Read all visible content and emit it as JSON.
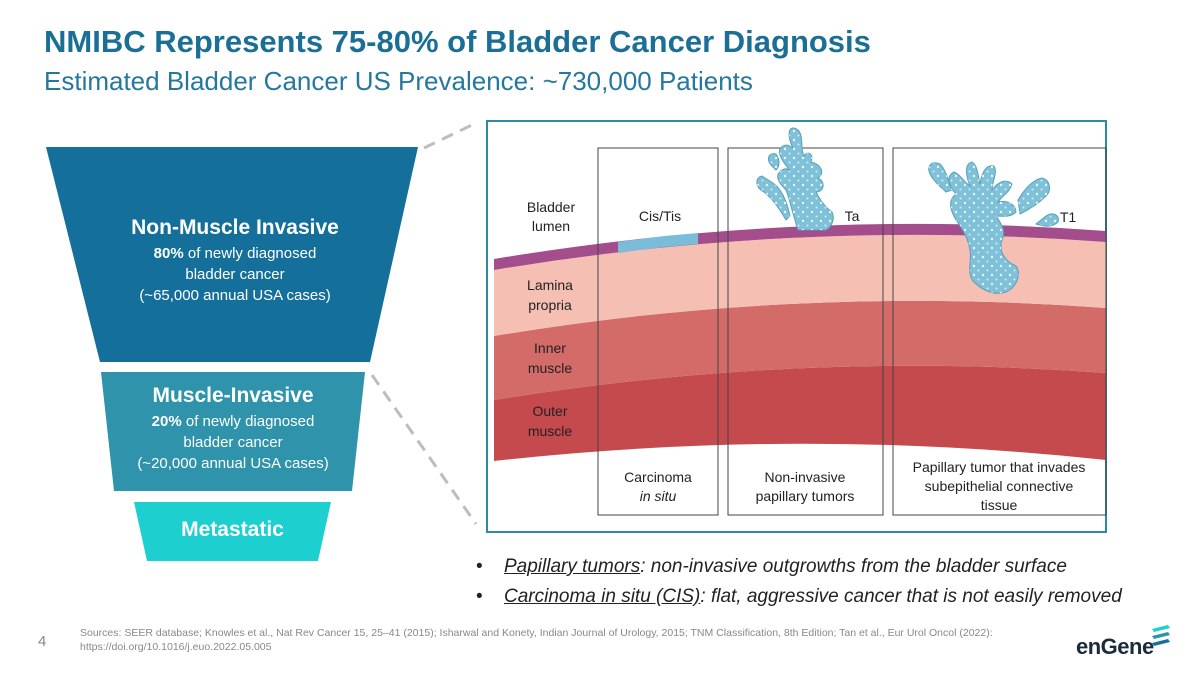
{
  "header": {
    "title": "NMIBC Represents 75-80% of Bladder Cancer Diagnosis",
    "subtitle": "Estimated Bladder Cancer US Prevalence: ~730,000 Patients"
  },
  "funnel": {
    "tiers": [
      {
        "heading": "Non-Muscle Invasive",
        "percent": "80%",
        "line1": "of newly diagnosed",
        "line2": "bladder cancer",
        "line3": "(~65,000 annual USA cases)",
        "color": "#14709b"
      },
      {
        "heading": "Muscle-Invasive",
        "percent": "20%",
        "line1": "of newly diagnosed",
        "line2": "bladder cancer",
        "line3": "(~20,000 annual USA cases)",
        "color": "#2e93ab"
      },
      {
        "heading": "Metastatic",
        "color": "#1ecfd0"
      }
    ]
  },
  "diagram": {
    "layers": {
      "lumen_line1": "Bladder",
      "lumen_line2": "lumen",
      "lamina_line1": "Lamina",
      "lamina_line2": "propria",
      "inner_line1": "Inner",
      "inner_line2": "muscle",
      "outer_line1": "Outer",
      "outer_line2": "muscle"
    },
    "stages": [
      {
        "tag": "Cis/Tis",
        "caption_line1": "Carcinoma",
        "caption_line2": "in situ"
      },
      {
        "tag": "Ta",
        "caption_line1": "Non-invasive",
        "caption_line2": "papillary tumors"
      },
      {
        "tag": "T1",
        "caption_line1": "Papillary tumor that invades",
        "caption_line2": "subepithelial connective",
        "caption_line3": "tissue"
      }
    ],
    "colors": {
      "urothelium": "#a44d8c",
      "cis": "#7bbcd8",
      "lamina": "#f6bfb4",
      "inner": "#d36b68",
      "outer": "#c44a4e",
      "tumor": "#7ec1d9",
      "frame": "#2d8aa5"
    }
  },
  "bullets": [
    {
      "term": "Papillary tumors",
      "text": ": non-invasive outgrowths from the bladder surface"
    },
    {
      "term": "Carcinoma in situ (CIS)",
      "text": ": flat, aggressive cancer that is not easily removed"
    }
  ],
  "footer": {
    "sources_line1": "Sources: SEER database; Knowles et al., Nat Rev Cancer 15, 25–41 (2015); Isharwal and Konety, Indian Journal of Urology, 2015; TNM Classification, 8th Edition; Tan et al., Eur Urol Oncol (2022):",
    "sources_line2": "https://doi.org/10.1016/j.euo.2022.05.005",
    "page_number": "4",
    "logo_text": "enGene"
  }
}
